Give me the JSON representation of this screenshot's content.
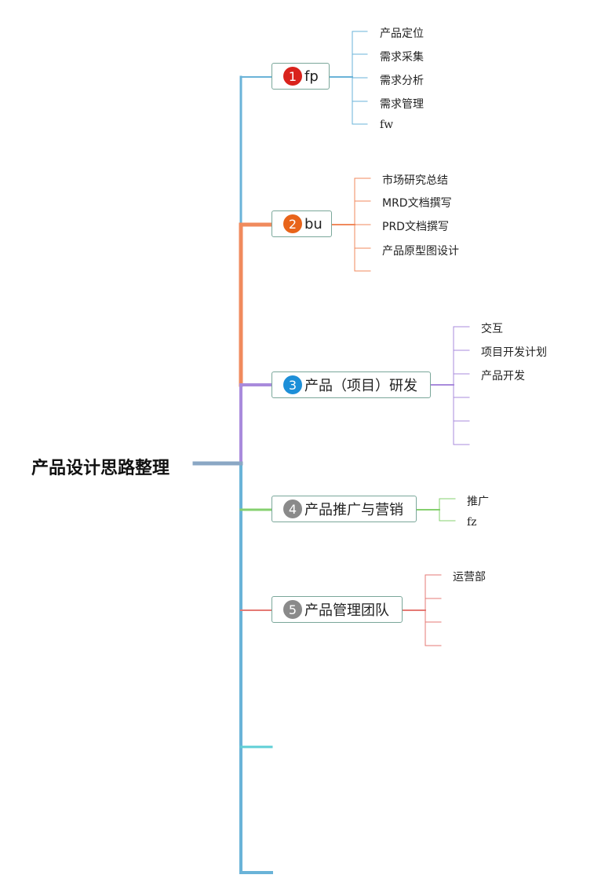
{
  "root": {
    "title": "产品设计思路整理"
  },
  "branches": [
    {
      "number": "1",
      "label": "fp",
      "color": "#6ab3d8",
      "badge_color": "#d9231c",
      "children": [
        "产品定位",
        "需求采集",
        "需求分析",
        "需求管理",
        "fw"
      ]
    },
    {
      "number": "2",
      "label": "bu",
      "color": "#f08a5d",
      "badge_color": "#e8641a",
      "children": [
        "市场研究总结",
        "MRD文档撰写",
        "PRD文档撰写",
        "产品原型图设计",
        ""
      ]
    },
    {
      "number": "3",
      "label": "产品（项目）研发",
      "color": "#a98bdc",
      "badge_color": "#1d8fd8",
      "children": [
        "交互",
        "项目开发计划",
        "产品开发",
        "",
        "",
        ""
      ]
    },
    {
      "number": "4",
      "label": "产品推广与营销",
      "color": "#86d06f",
      "badge_color": "#8a8a8a",
      "children": [
        "推广",
        "fz"
      ]
    },
    {
      "number": "5",
      "label": "产品管理团队",
      "color": "#e57a74",
      "badge_color": "#8a8a8a",
      "children": [
        "运营部",
        "",
        "",
        ""
      ]
    },
    {
      "number": "",
      "label": "",
      "color": "#5fcfd6",
      "badge_color": "",
      "children": []
    },
    {
      "number": "",
      "label": "",
      "color": "#6ab3d8",
      "badge_color": "",
      "children": []
    }
  ],
  "trunk_color": "#6ab3d8",
  "root_connector_color": "#8aa7c4"
}
